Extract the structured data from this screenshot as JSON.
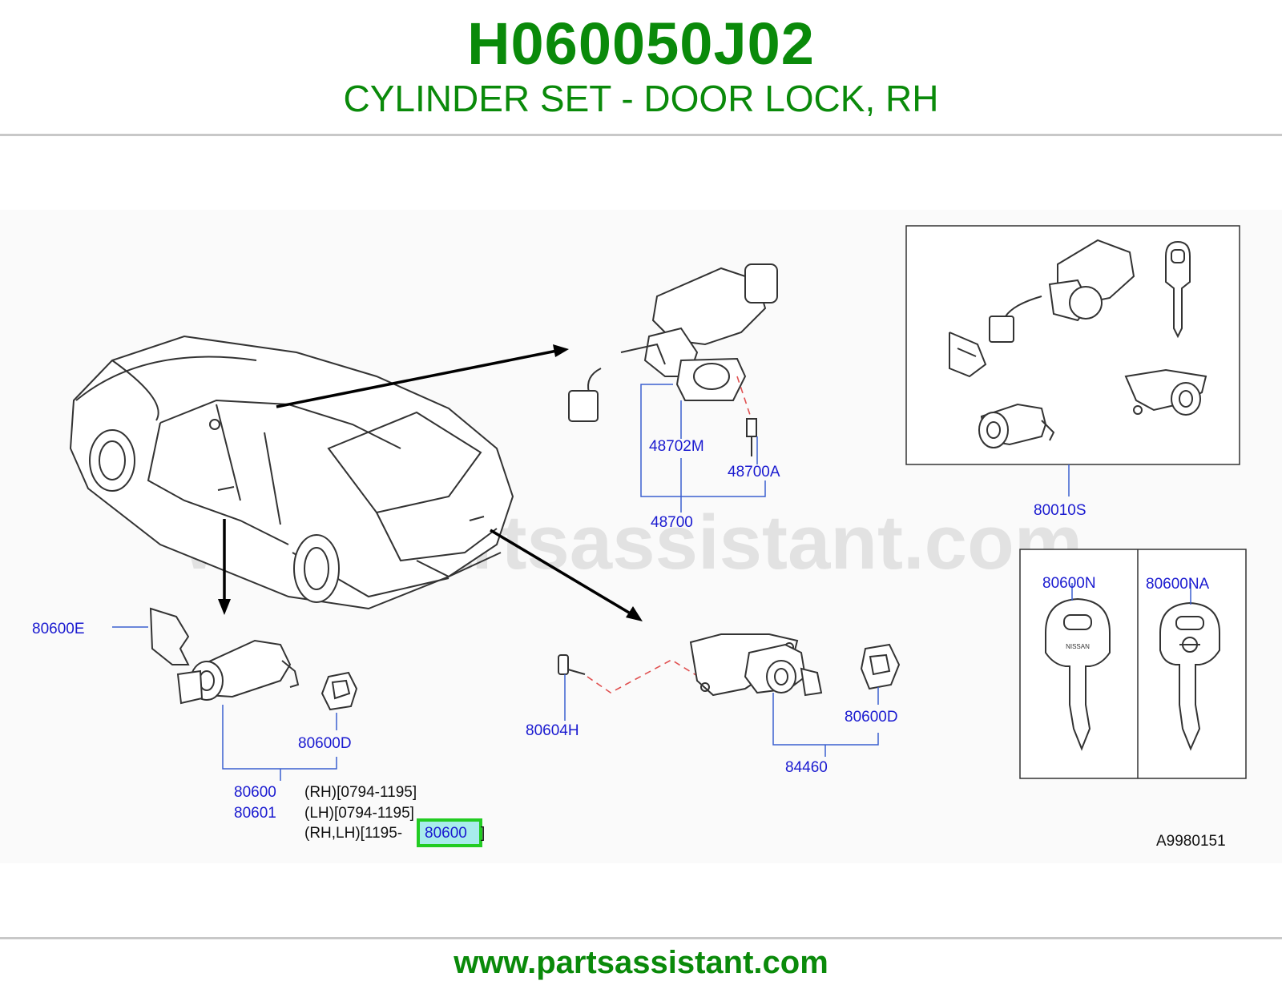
{
  "header": {
    "part_number": "H060050J02",
    "title": "CYLINDER SET - DOOR LOCK, RH"
  },
  "watermark": "www.partsassistant.com",
  "labels": {
    "l_80600E": "80600E",
    "l_48702M": "48702M",
    "l_48700A": "48700A",
    "l_48700": "48700",
    "l_80010S": "80010S",
    "l_80600N": "80600N",
    "l_80600NA": "80600NA",
    "l_80604H": "80604H",
    "l_80600D_left": "80600D",
    "l_80600D_right": "80600D",
    "l_84460": "84460",
    "l_80600": "80600",
    "l_80601": "80601",
    "note_rh": "(RH)[0794-1195]",
    "note_lh": "(LH)[0794-1195]",
    "note_rhlh": "(RH,LH)[1195-",
    "note_bracket_close": "]",
    "highlight_80600": "80600",
    "key_brand": "NISSAN",
    "ref_code": "A9980151"
  },
  "colors": {
    "brand_green": "#0a8a0a",
    "label_blue": "#1a1ad0",
    "highlight_border": "#22cc22",
    "highlight_fill": "#a8ecec"
  },
  "footer": {
    "url": "www.partsassistant.com"
  }
}
